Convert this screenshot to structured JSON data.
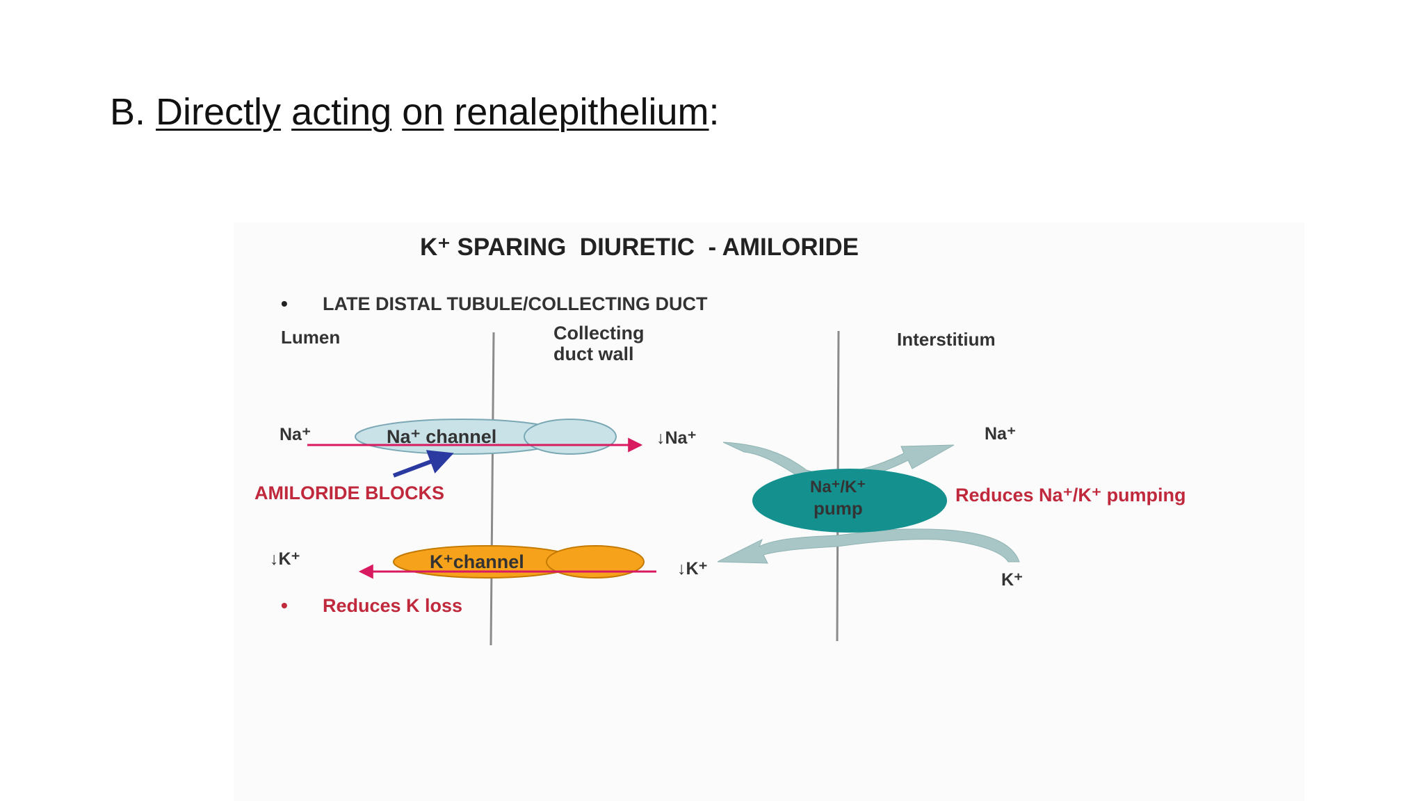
{
  "heading": {
    "prefix": "B.",
    "words": [
      "Directly",
      "acting",
      "on",
      "renal",
      "epithelium"
    ],
    "suffix": ":"
  },
  "diagram": {
    "title": "K⁺ SPARING  DIURETIC  - AMILORIDE",
    "bullet": "•",
    "subtitle": "LATE DISTAL TUBULE/COLLECTING DUCT",
    "regions": {
      "lumen": "Lumen",
      "wall_line1": "Collecting",
      "wall_line2": "duct wall",
      "interstitium": "Interstitium"
    },
    "na_channel": {
      "label": "Na⁺ channel",
      "lumen_ion": "Na⁺",
      "cell_ion": "↓Na⁺",
      "interstitium_ion": "Na⁺"
    },
    "amiloride": "AMILORIDE BLOCKS",
    "pump": {
      "line1": "Na⁺/K⁺",
      "line2": "pump",
      "effect": "Reduces Na⁺/K⁺ pumping"
    },
    "k_channel": {
      "label": "K⁺channel",
      "lumen_ion": "↓K⁺",
      "cell_ion": "↓K⁺",
      "interstitium_ion": "K⁺"
    },
    "k_loss": "Reduces K loss",
    "colors": {
      "red_text": "#c0283c",
      "na_channel_fill": "#c8e2e8",
      "k_channel_fill": "#f7a21b",
      "pump_fill": "#14918f",
      "arrow_magenta": "#d81b60",
      "arrow_blue": "#2a3aa0",
      "curve_fill": "#a9c6c6",
      "line_gray": "#8a8a8a"
    }
  }
}
